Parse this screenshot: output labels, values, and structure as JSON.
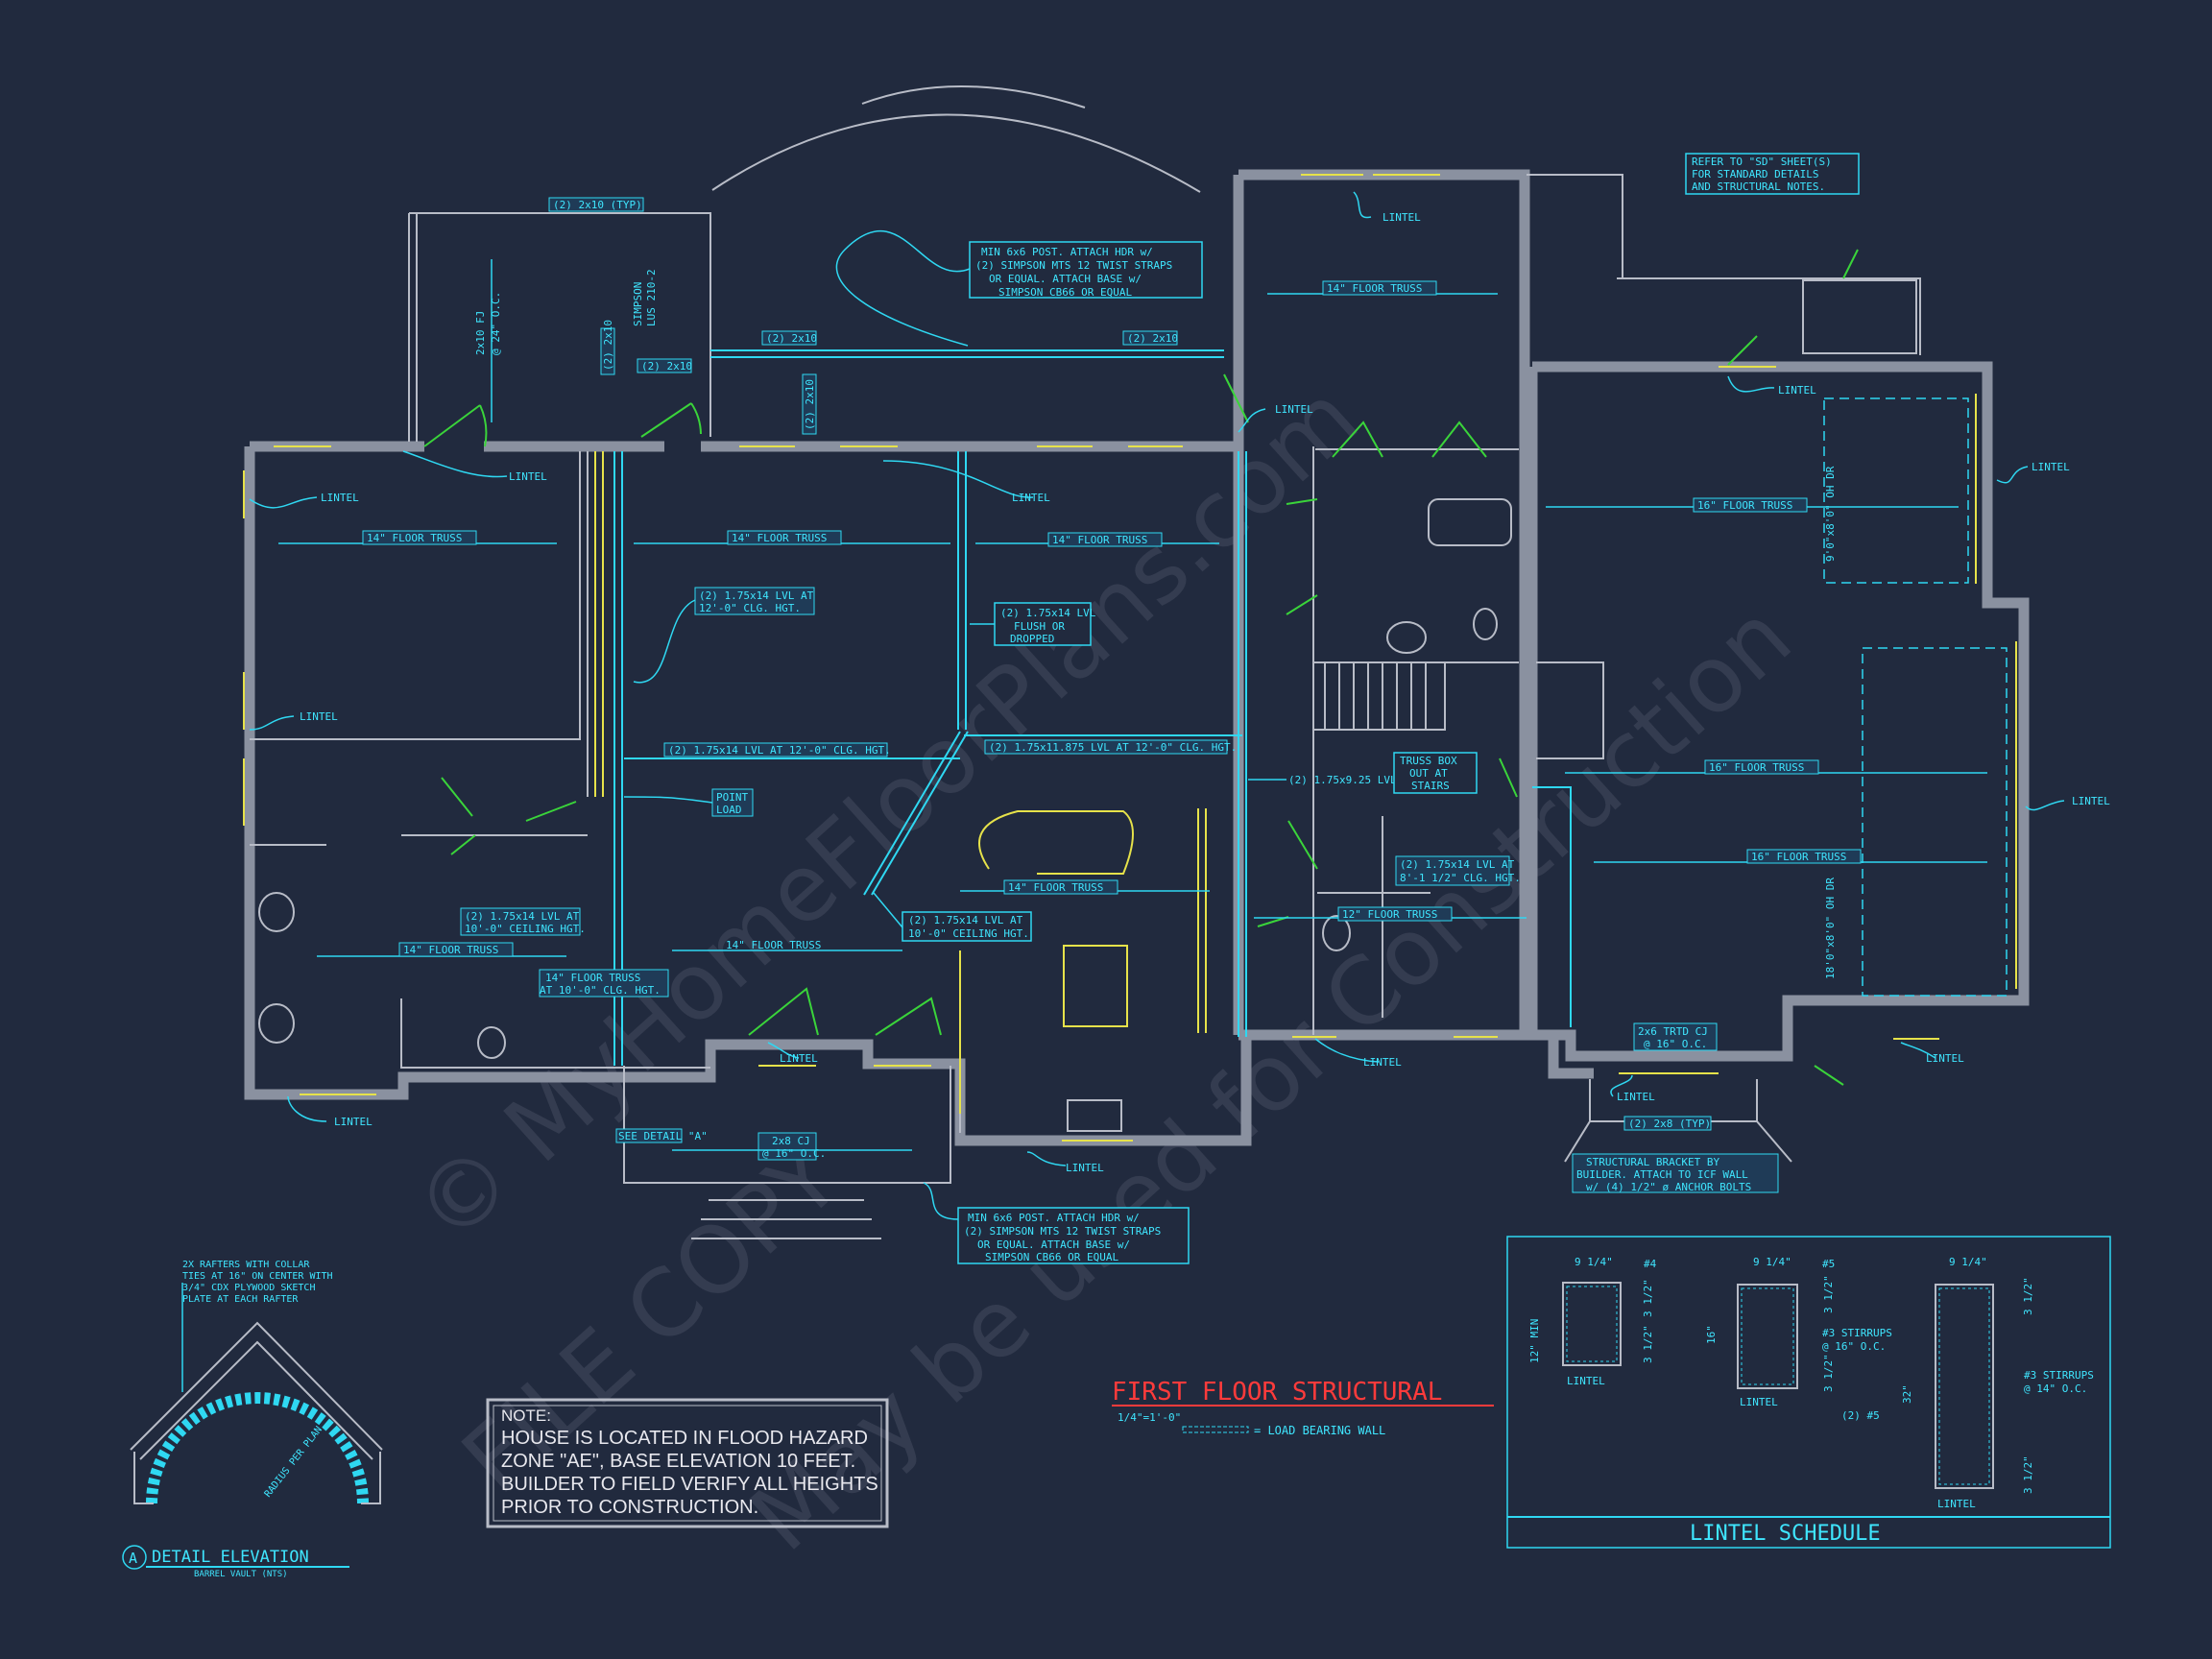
{
  "title": {
    "text": "FIRST FLOOR STRUCTURAL",
    "scale": "1/4\"=1'-0\"",
    "legend": "= LOAD BEARING WALL"
  },
  "colors": {
    "background": "#212a3e",
    "cyan": "#2fd8f2",
    "wall": "#8a91a0",
    "green": "#3ad43a",
    "yellow": "#e6e24a",
    "red": "#ff3b3b"
  },
  "refer_note": [
    "REFER TO \"SD\" SHEET(S)",
    "FOR STANDARD DETAILS",
    "AND STRUCTURAL NOTES."
  ],
  "callouts": {
    "post_top": [
      "MIN 6x6 POST. ATTACH HDR w/",
      "(2) SIMPSON MTS 12 TWIST STRAPS",
      "OR EQUAL. ATTACH BASE w/",
      "SIMPSON CB66 OR EQUAL"
    ],
    "post_bottom": [
      "MIN 6x6 POST. ATTACH HDR w/",
      "(2) SIMPSON MTS 12 TWIST STRAPS",
      "OR EQUAL. ATTACH BASE w/",
      "SIMPSON CB66 OR EQUAL"
    ],
    "lvl_flush": [
      "(2) 1.75x14 LVL",
      "FLUSH OR",
      "DROPPED"
    ],
    "lvl_12ft": [
      "(2) 1.75x14 LVL AT",
      "12'-0\" CLG. HGT."
    ],
    "lvl_center": "(2) 1.75x14 LVL AT 12'-0\" CLG. HGT.",
    "lvl_1875": "(2) 1.75x11.875 LVL AT 12'-0\" CLG. HGT.",
    "lvl_925": "(2) 1.75x9.25 LVL",
    "truss_box": [
      "TRUSS BOX",
      "OUT AT",
      "STAIRS"
    ],
    "point_load": [
      "POINT",
      "LOAD"
    ],
    "lvl_10ft": [
      "(2) 1.75x14 LVL AT",
      "10'-0\" CEILING HGT."
    ],
    "lvl_ceiling": [
      "(2) 1.75x14 LVL AT",
      "10'-0\" CEILING HGT."
    ],
    "truss_10ft": [
      "14\" FLOOR TRUSS",
      "AT 10'-0\" CLG. HGT."
    ],
    "lvl_8ft": [
      "(2) 1.75x14 LVL AT",
      "8'-1 1/2\" CLG. HGT."
    ],
    "bracket": [
      "STRUCTURAL BRACKET BY",
      "BUILDER. ATTACH TO ICF WALL",
      "w/ (4) 1/2\" ø ANCHOR BOLTS"
    ],
    "see_detail": "SEE DETAIL \"A\"",
    "cj": [
      "2x8 CJ",
      "@ 16\" O.C."
    ],
    "cj_2": [
      "2x6 TRTD CJ",
      "@ 16\" O.C."
    ],
    "hdr_2x10_typ": "(2) 2x10 (TYP)",
    "hdr_2x10_a": "(2) 2x10",
    "hdr_2x10_b": "(2) 2x10",
    "hdr_2x10_c": "(2) 2x10",
    "hdr_2x10_d": "(2) 2x10",
    "hdr_2x10_e": "(2) 2x10",
    "hdr_2x8_typ": "(2) 2x8 (TYP)",
    "fj": [
      "2x10 FJ",
      "@ 24\" O.C."
    ],
    "simpson": [
      "SIMPSON",
      "LUS 210-2"
    ],
    "oh_dr_1": "9'0\"x8'0\" OH DR",
    "oh_dr_2": "18'0\"x8'0\" OH DR"
  },
  "lintel_label": "LINTEL",
  "truss_labels": {
    "t14": "14\" FLOOR TRUSS",
    "t16": "16\" FLOOR TRUSS",
    "t12": "12\" FLOOR TRUSS"
  },
  "note": {
    "heading": "NOTE:",
    "lines": [
      "HOUSE IS LOCATED IN FLOOD HAZARD",
      "ZONE \"AE\", BASE ELEVATION 10 FEET.",
      "BUILDER TO FIELD VERIFY ALL HEIGHTS",
      "PRIOR TO CONSTRUCTION."
    ]
  },
  "detail": {
    "marker": "A",
    "title": "DETAIL ELEVATION",
    "subtitle": "BARREL VAULT (NTS)",
    "note": [
      "2X RAFTERS WITH COLLAR",
      "TIES AT 16\" ON CENTER WITH",
      "3/4\" CDX PLYWOOD SKETCH",
      "PLATE AT EACH RAFTER"
    ],
    "radius": "RADIUS PER PLAN"
  },
  "lintel_schedule": {
    "title": "LINTEL SCHEDULE",
    "width_dim": "9 1/4\"",
    "l1": {
      "height": "12\" MIN",
      "bar": "#4",
      "dim": "3 1/2\""
    },
    "l2": {
      "height": "16\"",
      "bar": "#5",
      "stirrups": [
        "#3 STIRRUPS",
        "@ 16\" O.C."
      ],
      "dim": "3 1/2\""
    },
    "l3": {
      "height": "32\"",
      "bars": "(2) #5",
      "stirrups": [
        "#3 STIRRUPS",
        "@ 14\" O.C."
      ],
      "dim": "3 1/2\""
    }
  },
  "watermark": [
    "© MyHomeFloorPlans.com",
    "FILE COPY",
    "May be used for Construction"
  ]
}
